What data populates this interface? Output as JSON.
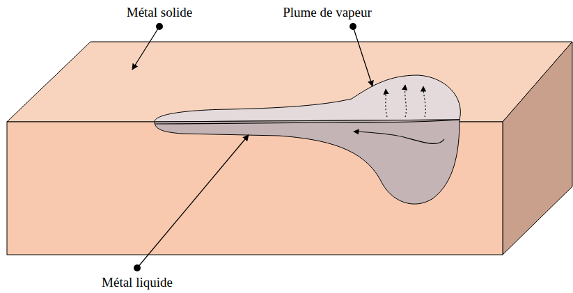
{
  "diagram": {
    "labels": [
      "Métal solide",
      "Plume de vapeur",
      "Métal liquide"
    ]
  }
}
